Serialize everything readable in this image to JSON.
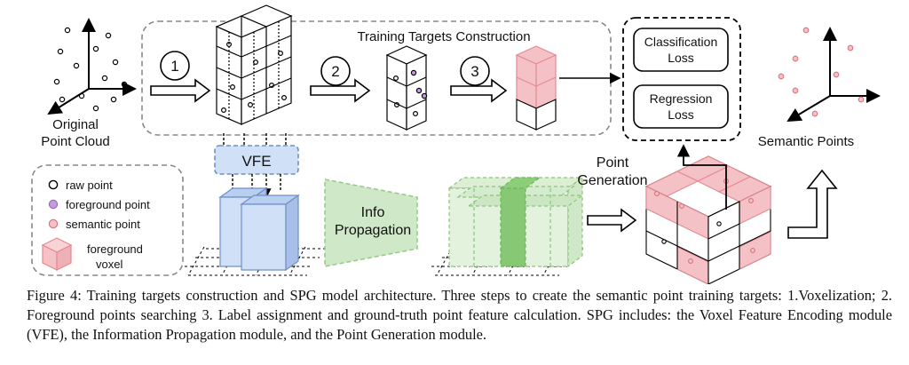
{
  "diagram": {
    "original_label_1": "Original",
    "original_label_2": "Point Cloud",
    "ttc_title": "Training Targets Construction",
    "step_1": "1",
    "step_2": "2",
    "step_3": "3",
    "classification_1": "Classification",
    "classification_2": "Loss",
    "regression_1": "Regression",
    "regression_2": "Loss",
    "semantic_points": "Semantic Points",
    "vfe": "VFE",
    "info_1": "Info",
    "info_2": "Propagation",
    "pointgen_1": "Point",
    "pointgen_2": "Generation",
    "legend": {
      "raw": "raw point",
      "foreground": "foreground point",
      "semantic": "semantic point",
      "voxel_1": "foreground",
      "voxel_2": "voxel"
    },
    "colors": {
      "pink_fill": "#f4c2c6",
      "pink_stroke": "#e58a92",
      "blue_fill": "#cfe0f7",
      "blue_stroke": "#6f8fc8",
      "green_fill": "#cfe8c8",
      "green_dark": "#7fc46e",
      "purple": "#c69adf"
    }
  },
  "caption": "Figure 4: Training targets construction and SPG model architecture. Three steps to create the semantic point training targets: 1.Voxelization; 2. Foreground points searching 3. Label assignment and ground-truth point feature calculation. SPG includes: the Voxel Feature Encoding module (VFE), the Information Propagation module, and the Point Generation module."
}
